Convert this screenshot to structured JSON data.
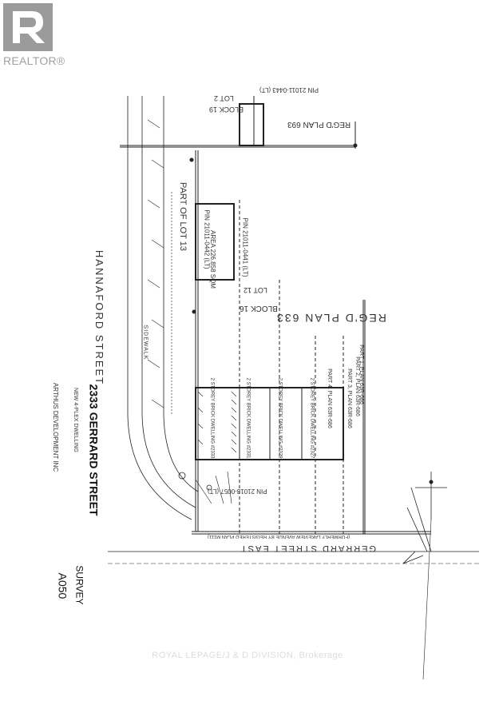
{
  "branding": {
    "logo_text": "REALTOR®"
  },
  "title_block": {
    "sheet_title": "SURVEY",
    "sheet_number": "A050",
    "project_address": "2333 GERRARD STREET",
    "project_description": "NEW 4-PLEX DWELLING",
    "client": "ARTHUS DEVELOPMENT INC"
  },
  "plan_labels": {
    "street_west": "HANNAFORD STREET",
    "street_south": "GERRARD STREET EAST",
    "street_south_note": "(FORMERLY LAKEVIEW AVENUE BY REGISTERED PLAN M111)",
    "sidewalk": "SIDEWALK",
    "part_of_lot": "PART OF LOT 13",
    "plan_633": "REG'D PLAN 633",
    "plan_633_block": "BLOCK 16",
    "plan_633_lot": "LOT 12",
    "plan_693": "REG'D PLAN 693",
    "plan_693_block": "BLOCK 19",
    "plan_693_lot": "LOT 2",
    "pin_north": "PIN 21011-0443 (LT)",
    "pin_middle": "PIN 21011-0441 (LT)",
    "pin_south": "PIN 21013-0057 (LT)",
    "pin_lot": "PIN 21011-0442 (LT)",
    "area": "AREA 226.858 SQM",
    "part_1": "PART 1, PLAN 63R-686",
    "part_2": "PART 2, PLAN 63R-686",
    "part_3": "PART 3, PLAN 63R-686",
    "part_4": "PART 4, PLAN 63R-686",
    "dwelling_2333": "2 STOREY BRICK DWELLING #2333",
    "dwelling_2331": "2 STOREY BRICK DWELLING #2331",
    "dwelling_2329": "2 STOREY BRICK DWELLING #2329",
    "dwelling_2327": "2 STOREY BRICK DWELLING #2327"
  },
  "watermark": "ROYAL LEPAGE/J & D DIVISION, Brokerage"
}
